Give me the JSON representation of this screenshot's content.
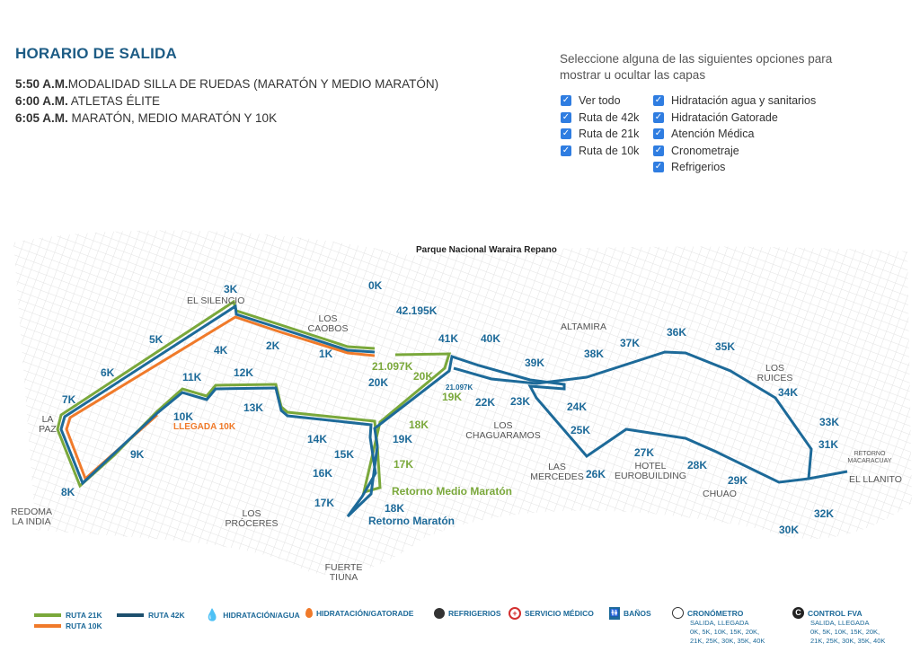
{
  "header": {
    "title": "HORARIO DE SALIDA",
    "schedule": [
      {
        "time": "5:50 A.M.",
        "text": "MODALIDAD SILLA DE RUEDAS (MARATÓN Y MEDIO MARATÓN)"
      },
      {
        "time": "6:00 A.M.",
        "text": " ATLETAS ÉLITE"
      },
      {
        "time": "6:05 A.M.",
        "text": " MARATÓN, MEDIO MARATÓN Y 10K"
      }
    ]
  },
  "layers": {
    "intro": "Seleccione alguna de las siguientes opciones para mostrar u ocultar las capas",
    "col1": [
      {
        "label": "Ver todo",
        "checked": true
      },
      {
        "label": "Ruta de 42k",
        "checked": true
      },
      {
        "label": "Ruta de 21k",
        "checked": true
      },
      {
        "label": "Ruta de 10k",
        "checked": true
      }
    ],
    "col2": [
      {
        "label": "Hidratación agua y sanitarios",
        "checked": true
      },
      {
        "label": "Hidratación Gatorade",
        "checked": true
      },
      {
        "label": "Atención Médica",
        "checked": true
      },
      {
        "label": "Cronometraje",
        "checked": true
      },
      {
        "label": "Refrigerios",
        "checked": true
      }
    ]
  },
  "map": {
    "park": "Parque Nacional Waraira Repano",
    "places": [
      "EL SILENCIO",
      "LOS CAOBOS",
      "LA PAZ",
      "REDOMA LA INDIA",
      "LOS PRÓCERES",
      "FUERTE TIUNA",
      "LOS CHAGUARAMOS",
      "ALTAMIRA",
      "LOS RUICES",
      "LAS MERCEDES",
      "HOTEL EUROBUILDING",
      "CHUAO",
      "RETORNO MACARACUAY",
      "EL LLANITO"
    ],
    "returns": {
      "half": "Retorno Medio Maratón",
      "full": "Retorno Maratón"
    },
    "finish10k": "LLEGADA 10K",
    "km_blue": [
      "0K",
      "1K",
      "2K",
      "3K",
      "4K",
      "5K",
      "6K",
      "7K",
      "8K",
      "9K",
      "10K",
      "11K",
      "12K",
      "13K",
      "14K",
      "15K",
      "16K",
      "17K",
      "18K",
      "19K",
      "20K",
      "21.097K",
      "22K",
      "23K",
      "24K",
      "25K",
      "26K",
      "27K",
      "28K",
      "29K",
      "30K",
      "31K",
      "32K",
      "33K",
      "34K",
      "35K",
      "36K",
      "37K",
      "38K",
      "39K",
      "40K",
      "41K",
      "42.195K"
    ],
    "km_green": [
      "17K",
      "18K",
      "19K",
      "20K",
      "21.097K"
    ],
    "colors": {
      "r21": "#7aa83b",
      "r42": "#1d6a99",
      "r10": "#f07a2a"
    }
  },
  "legend": {
    "r21": "RUTA 21K",
    "r42": "RUTA 42K",
    "r10": "RUTA 10K",
    "water": "HIDRATACIÓN/AGUA",
    "gatorade": "HIDRATACIÓN/GATORADE",
    "snacks": "REFRIGERIOS",
    "medical": "SERVICIO MÉDICO",
    "toilets": "BAÑOS",
    "chrono": {
      "label": "CRONÓMETRO",
      "l1": "SALIDA, LLEGADA",
      "l2": "0K, 5K, 10K, 15K, 20K,",
      "l3": "21K, 25K, 30K, 35K, 40K"
    },
    "fva": {
      "label": "CONTROL FVA",
      "l1": "SALIDA, LLEGADA",
      "l2": "0K, 5K, 10K, 15K, 20K,",
      "l3": "21K, 25K, 30K, 35K, 40K"
    }
  }
}
